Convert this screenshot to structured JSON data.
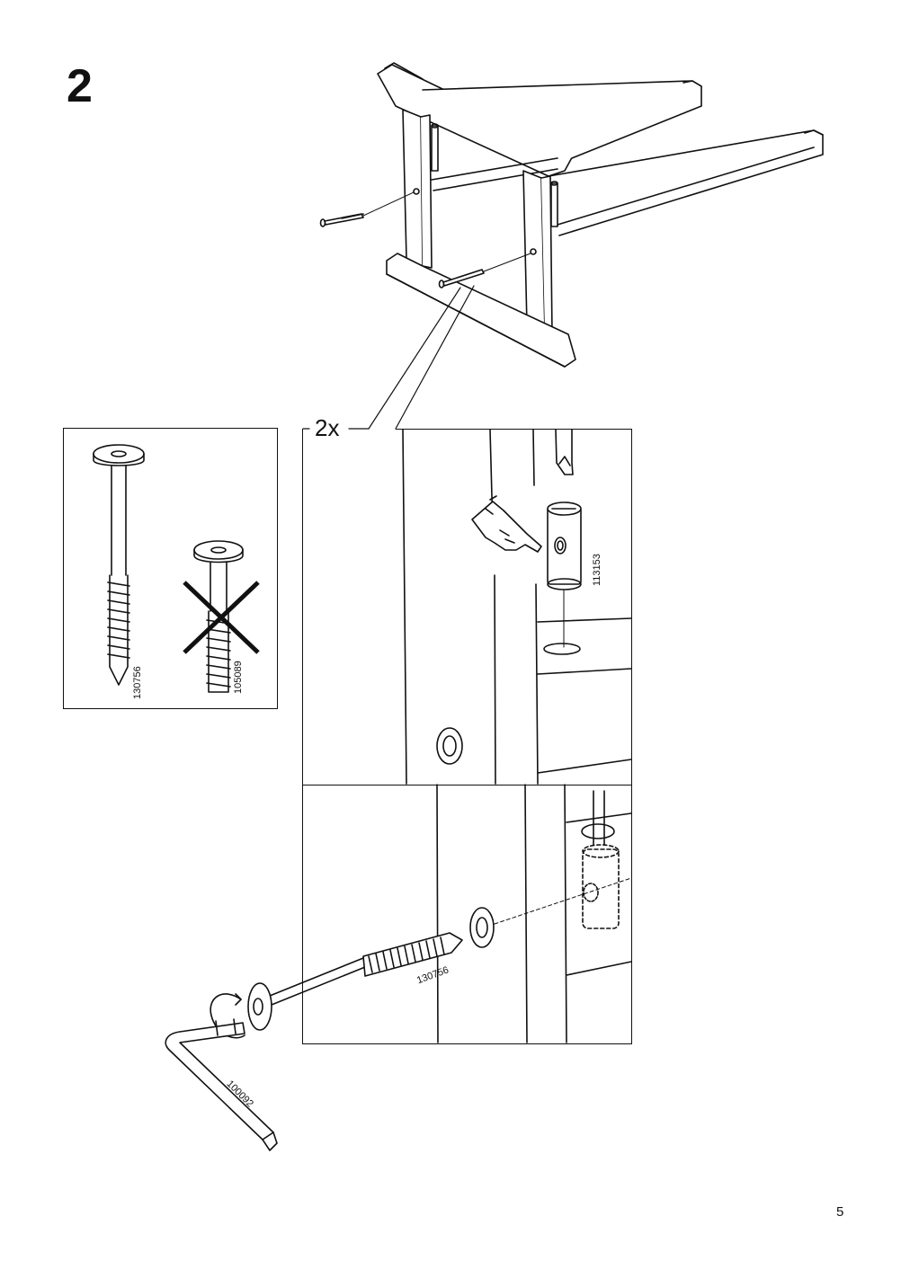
{
  "step": {
    "number": "2"
  },
  "detail": {
    "quantity": "2x"
  },
  "parts": {
    "correct_bolt_id": "130756",
    "wrong_bolt_id": "105089",
    "barrel_nut_id": "113153",
    "bolt_in_use_id": "130756",
    "allen_key_id": "100092"
  },
  "page": {
    "number": "5"
  }
}
